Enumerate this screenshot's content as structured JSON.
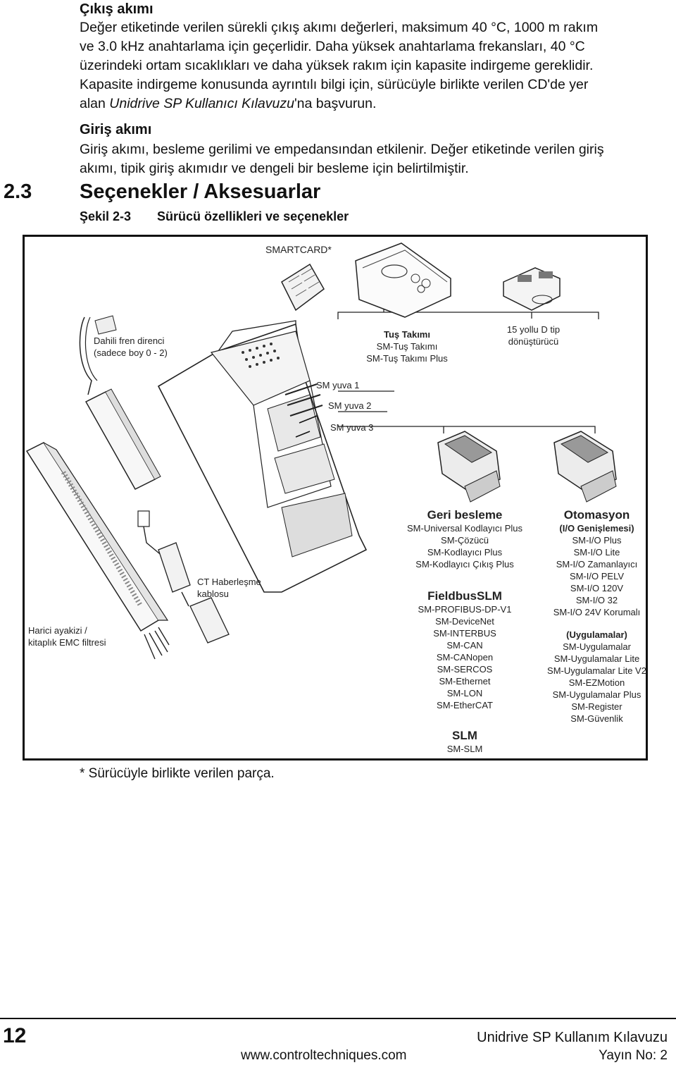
{
  "sections": {
    "output_current": {
      "heading": "Çıkış akımı",
      "lines": [
        "Değer etiketinde verilen sürekli çıkış akımı değerleri, maksimum 40 °C, 1000 m rakım",
        "ve 3.0 kHz anahtarlama için geçerlidir. Daha yüksek anahtarlama frekansları, 40 °C",
        "üzerindeki ortam sıcaklıkları ve daha yüksek rakım için kapasite indirgeme gereklidir.",
        "Kapasite indirgeme konusunda ayrıntılı bilgi için, sürücüyle birlikte verilen CD'de yer"
      ],
      "last_line_prefix": "alan ",
      "last_line_italic": "Unidrive SP Kullanıcı Kılavuzu",
      "last_line_suffix": "'na başvurun."
    },
    "input_current": {
      "heading": "Giriş akımı",
      "lines": [
        "Giriş akımı, besleme gerilimi ve empedansından etkilenir. Değer etiketinde verilen giriş",
        "akımı, tipik giriş akımıdır ve dengeli bir besleme için belirtilmiştir."
      ]
    },
    "options": {
      "number": "2.3",
      "title": "Seçenekler / Aksesuarlar",
      "figure_label": "Şekil 2-3",
      "figure_title": "Sürücü özellikleri ve seçenekler"
    }
  },
  "figure": {
    "smartcard": "SMARTCARD*",
    "braking_resistor": [
      "Dahili fren direnci",
      "(sadece boy 0 - 2)"
    ],
    "keypad_title": "Tuş Takımı",
    "keypad_items": [
      "SM-Tuş Takımı",
      "SM-Tuş Takımı Plus"
    ],
    "dtype_converter": [
      "15 yollu D tip",
      "dönüştürücü"
    ],
    "sm_slots": [
      "SM yuva 1",
      "SM yuva 2",
      "SM yuva 3"
    ],
    "ct_cable": [
      "CT Haberleşme",
      "kablosu"
    ],
    "emc_filter": [
      "Harici ayakizi /",
      "kitaplık EMC filtresi"
    ],
    "feedback": {
      "title": "Geri besleme",
      "items": [
        "SM-Universal Kodlayıcı Plus",
        "SM-Çözücü",
        "SM-Kodlayıcı Plus",
        "SM-Kodlayıcı Çıkış Plus"
      ]
    },
    "fieldbus": {
      "title": "FieldbusSLM",
      "items": [
        "SM-PROFIBUS-DP-V1",
        "SM-DeviceNet",
        "SM-INTERBUS",
        "SM-CAN",
        "SM-CANopen",
        "SM-SERCOS",
        "SM-Ethernet",
        "SM-LON",
        "SM-EtherCAT"
      ]
    },
    "slm": {
      "title": "SLM",
      "items": [
        "SM-SLM"
      ]
    },
    "automation": {
      "title": "Otomasyon",
      "io_title": "(I/O Genişlemesi)",
      "io_items": [
        "SM-I/O Plus",
        "SM-I/O Lite",
        "SM-I/O Zamanlayıcı",
        "SM-I/O PELV",
        "SM-I/O 120V",
        "SM-I/O 32",
        "SM-I/O 24V Korumalı"
      ],
      "apps_title": "(Uygulamalar)",
      "apps_items": [
        "SM-Uygulamalar",
        "SM-Uygulamalar Lite",
        "SM-Uygulamalar Lite V2",
        "SM-EZMotion",
        "SM-Uygulamalar Plus",
        "SM-Register",
        "SM-Güvenlik"
      ]
    },
    "footnote": "* Sürücüyle birlikte verilen parça."
  },
  "footer": {
    "page_number": "12",
    "manual_title": "Unidrive SP Kullanım Kılavuzu",
    "website": "www.controltechniques.com",
    "issue": "Yayın No: 2"
  }
}
